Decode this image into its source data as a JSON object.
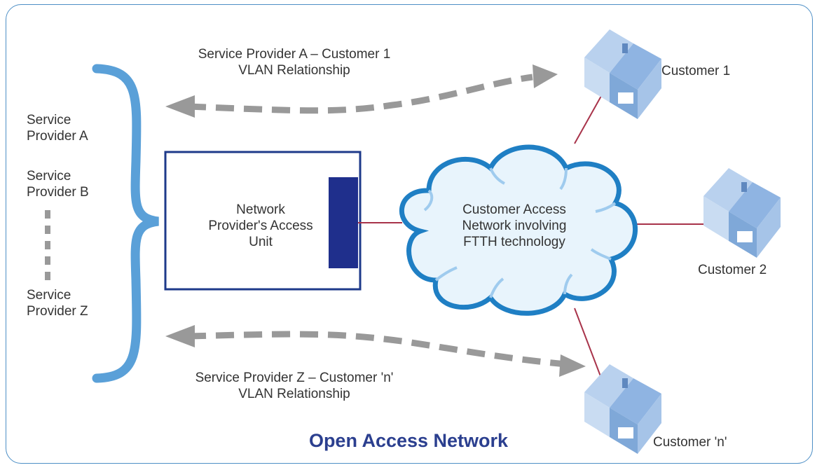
{
  "providers": {
    "a": "Service\nProvider A",
    "b": "Service\nProvider B",
    "z": "Service\nProvider Z"
  },
  "access_unit_label": "Network\nProvider's Access\nUnit",
  "cloud_label": "Customer Access\nNetwork involving\nFTTH technology",
  "relationship_top": "Service Provider A – Customer 1\nVLAN Relationship",
  "relationship_bottom": "Service Provider Z – Customer 'n'\nVLAN Relationship",
  "customers": {
    "c1": "Customer 1",
    "c2": "Customer 2",
    "cn": "Customer 'n'"
  },
  "title": "Open Access Network",
  "colors": {
    "frame": "#4d8fc6",
    "brace": "#5aa0d8",
    "unit_border": "#1e3a8a",
    "unit_port": "#1f2f8c",
    "link": "#a8334a",
    "arrow": "#8a8a8a",
    "cloud_fill": "#e8f4fc",
    "cloud_edge": "#1f7fc4",
    "house": "#7fa8d8",
    "title": "#2b3f8f"
  }
}
